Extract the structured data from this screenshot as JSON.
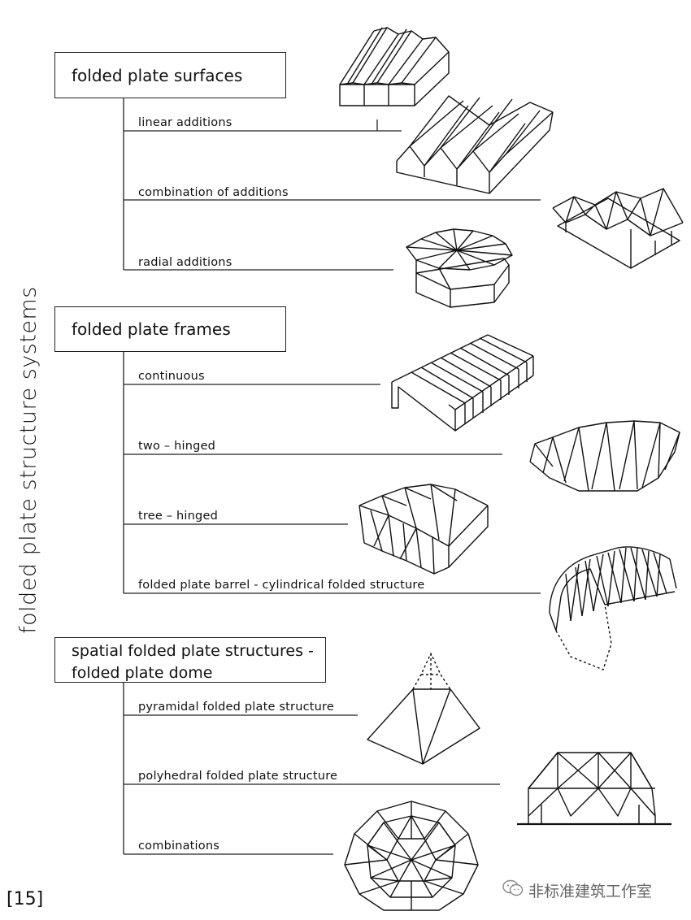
{
  "side_title": "folded plate structure systems",
  "groups": [
    {
      "title": "folded plate surfaces",
      "items": [
        "linear additions",
        "combination of additions",
        "radial additions"
      ]
    },
    {
      "title": "folded plate frames",
      "items": [
        "continuous",
        "two – hinged",
        "tree – hinged",
        "folded plate barrel - cylindrical folded structure"
      ]
    },
    {
      "title_line1": "spatial folded plate structures -",
      "title_line2": "folded plate dome",
      "items": [
        "pyramidal folded plate structure",
        "polyhedral folded plate structure",
        "combinations"
      ]
    }
  ],
  "citation": "[15]",
  "watermark": "非标准建筑工作室"
}
